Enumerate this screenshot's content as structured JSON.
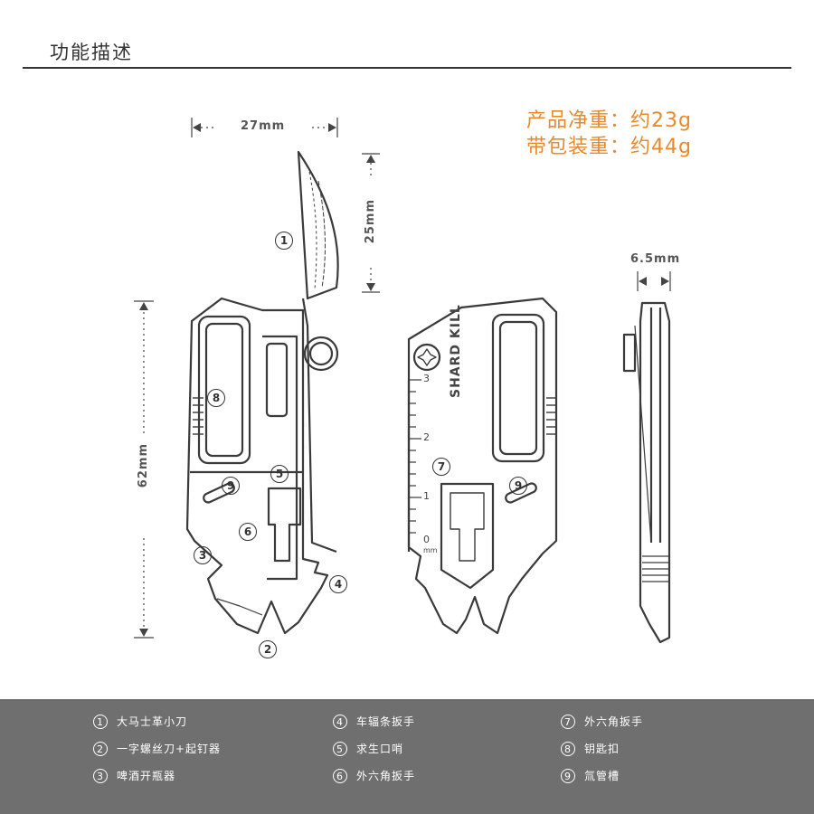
{
  "header": {
    "title": "功能描述"
  },
  "weights": {
    "net": "产品净重：约23g",
    "packaged": "带包装重：约44g",
    "color": "#e8892b"
  },
  "dimensions": {
    "width": "27mm",
    "blade_length": "25mm",
    "body_length": "62mm",
    "thickness": "6.5mm"
  },
  "brand": {
    "name": "SHARD KILL"
  },
  "ruler": {
    "ticks": [
      "3",
      "2",
      "1",
      "0"
    ],
    "unit": "mm"
  },
  "callouts": {
    "c1": "1",
    "c2": "2",
    "c3": "3",
    "c4": "4",
    "c5": "5",
    "c6": "6",
    "c7": "7",
    "c8": "8",
    "c9a": "9",
    "c9b": "9"
  },
  "legend": {
    "items": [
      {
        "num": "1",
        "label": "大马士革小刀"
      },
      {
        "num": "2",
        "label": "一字螺丝刀+起钉器"
      },
      {
        "num": "3",
        "label": "啤酒开瓶器"
      },
      {
        "num": "4",
        "label": "车辐条扳手"
      },
      {
        "num": "5",
        "label": "求生口哨"
      },
      {
        "num": "6",
        "label": "外六角扳手"
      },
      {
        "num": "7",
        "label": "外六角扳手"
      },
      {
        "num": "8",
        "label": "钥匙扣"
      },
      {
        "num": "9",
        "label": "氚管槽"
      }
    ]
  },
  "colors": {
    "footer": "#6f6f6f",
    "line": "#3a3a3a",
    "accent": "#e8892b"
  }
}
